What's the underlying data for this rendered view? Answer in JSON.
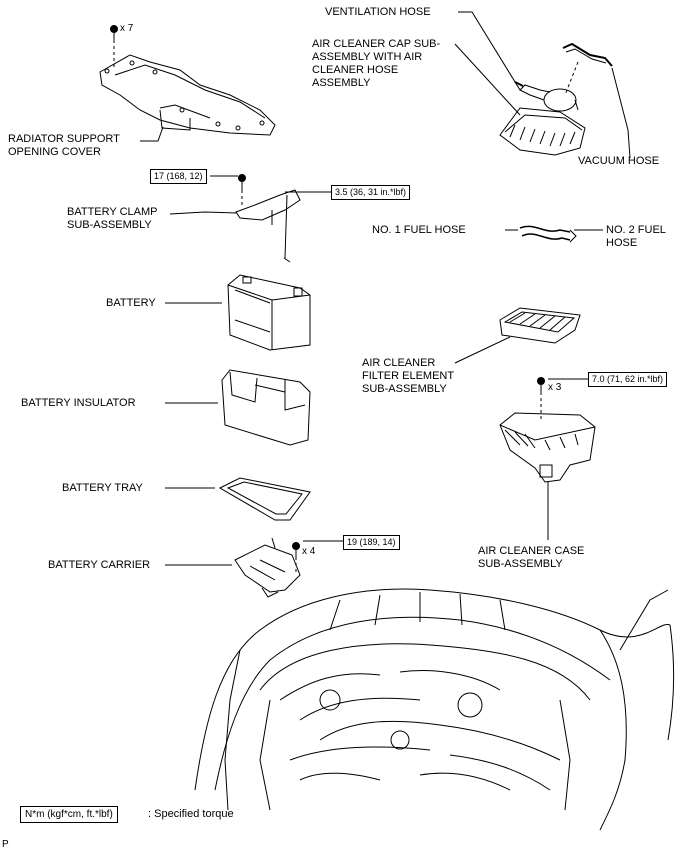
{
  "labels": {
    "ventilation_hose": "VENTILATION HOSE",
    "air_cleaner_cap": "AIR CLEANER CAP SUB-\nASSEMBLY WITH AIR\nCLEANER HOSE\nASSEMBLY",
    "vacuum_hose": "VACUUM HOSE",
    "radiator_cover": "RADIATOR SUPPORT\nOPENING COVER",
    "battery_clamp": "BATTERY CLAMP\nSUB-ASSEMBLY",
    "no1_fuel_hose": "NO. 1 FUEL HOSE",
    "no2_fuel_hose": "NO. 2 FUEL\nHOSE",
    "battery": "BATTERY",
    "air_filter": "AIR CLEANER\nFILTER ELEMENT\nSUB-ASSEMBLY",
    "battery_insulator": "BATTERY INSULATOR",
    "battery_tray": "BATTERY TRAY",
    "battery_carrier": "BATTERY CARRIER",
    "air_cleaner_case": "AIR CLEANER CASE\nSUB-ASSEMBLY"
  },
  "torques": {
    "clamp_bolt": "17 (168, 12)",
    "clamp_rod": "3.5 (36, 31 in.*lbf)",
    "case_bolt": "7.0 (71, 62 in.*lbf)",
    "carrier_bolt": "19 (189, 14)"
  },
  "quantities": {
    "cover_clips": "x 7",
    "case_bolts": "x 3",
    "carrier_bolts": "x 4"
  },
  "legend": {
    "unit": "N*m (kgf*cm, ft.*lbf)",
    "text": ": Specified torque"
  },
  "corner_mark": "P"
}
